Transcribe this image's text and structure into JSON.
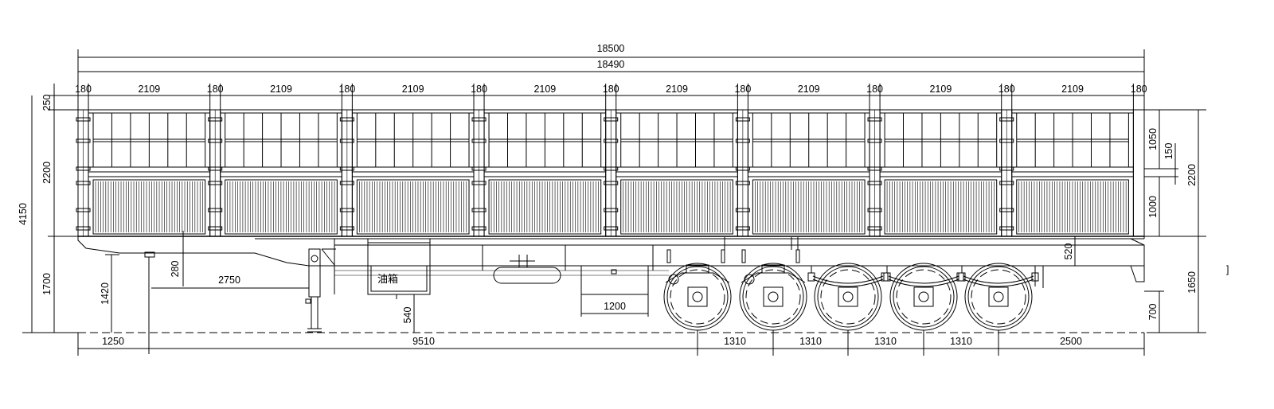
{
  "dimensions": {
    "overall_length": "18500",
    "inner_length": "18490",
    "post_width": "180",
    "panel_width": "2109",
    "top_rail_height": "250",
    "body_height": "2200",
    "overall_height": "4150",
    "lower_height": "1700",
    "kingpin_height": "1420",
    "gooseneck_drop": "280",
    "gooseneck_length": "2750",
    "tank_clearance": "540",
    "toolbox_width": "1200",
    "front_overhang": "1250",
    "kingpin_to_axle": "9510",
    "axle_spacing": "1310",
    "rear_overhang": "2500",
    "upper_grid_height": "1050",
    "mid_rail_height": "150",
    "lower_panel_height": "1000",
    "chassis_depth": "520",
    "deck_height": "1650",
    "rear_bumper_height": "700"
  },
  "labels": {
    "tank_label": "油箱"
  },
  "glyphs": {
    "edge_mark": "]"
  }
}
